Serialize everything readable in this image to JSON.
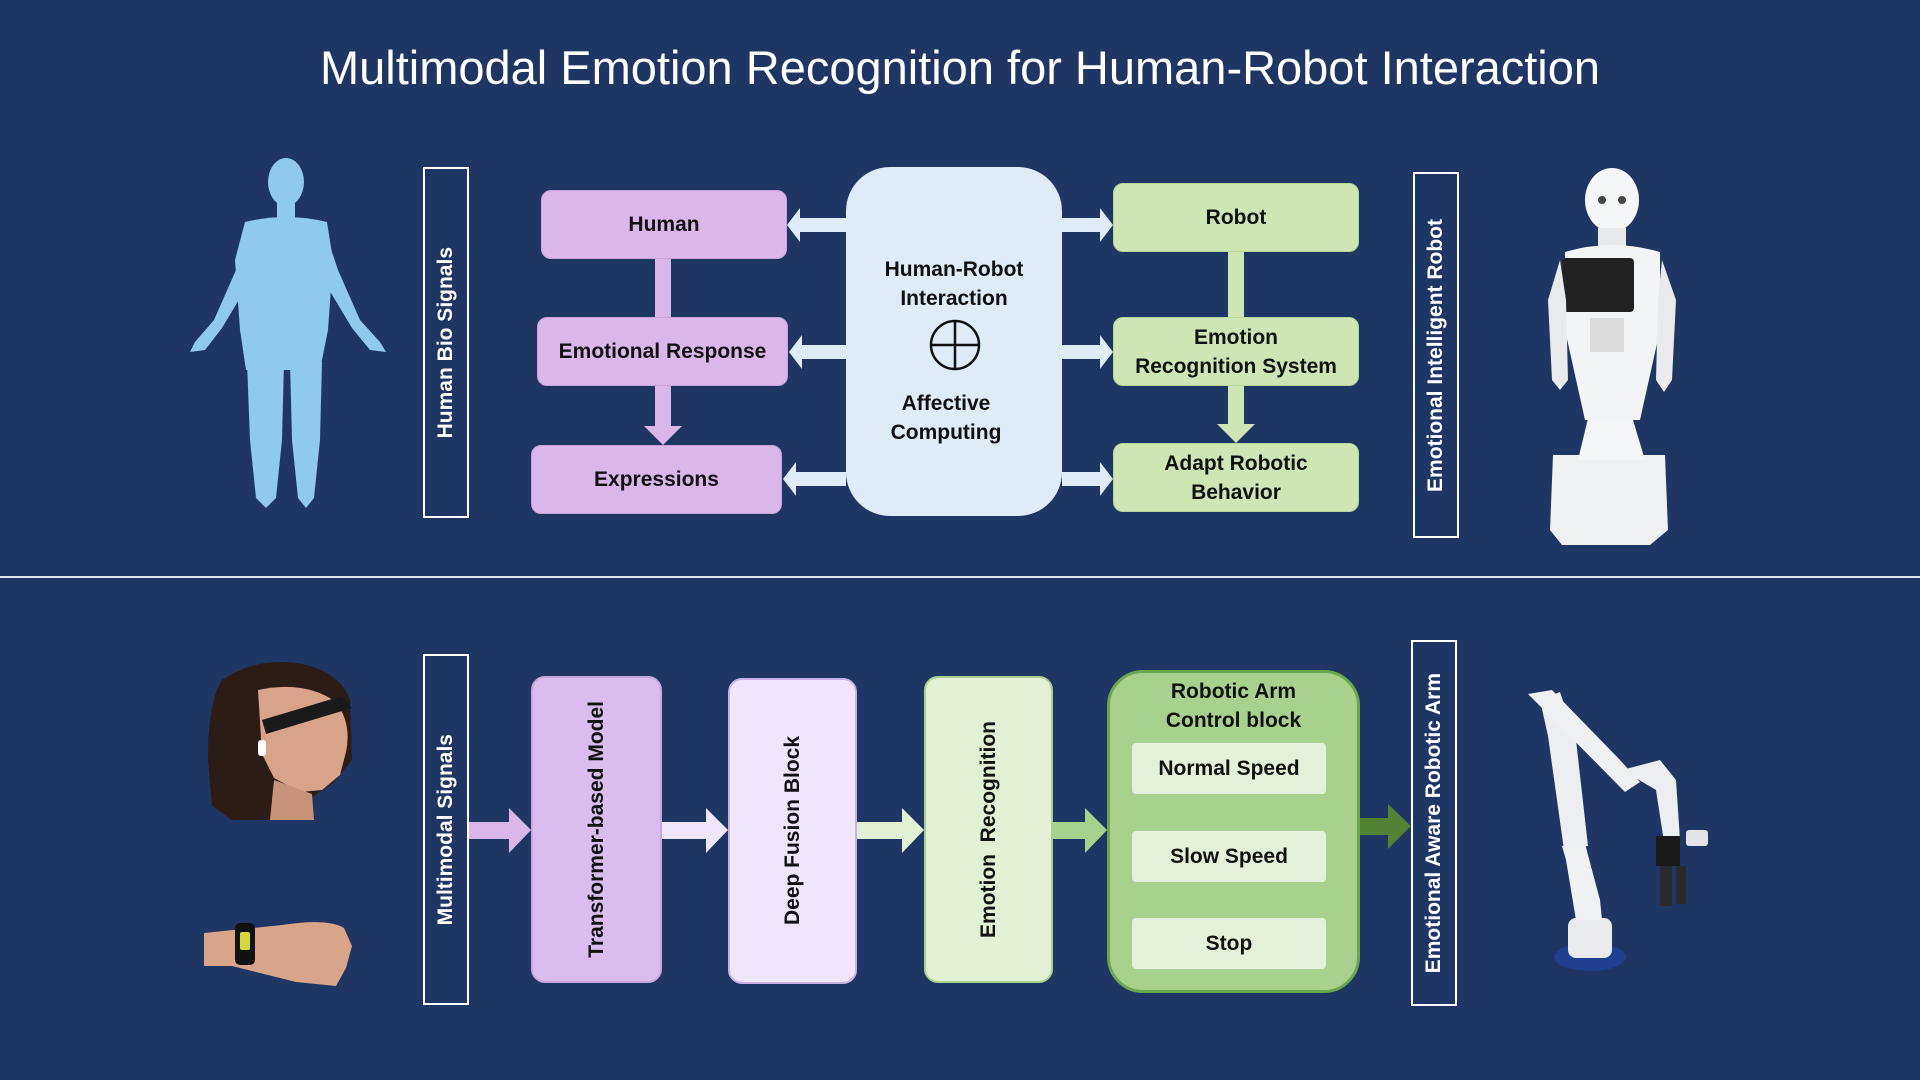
{
  "title": "Multimodal Emotion Recognition for Human-Robot Interaction",
  "top": {
    "left_label": "Human  Bio Signals",
    "right_label": "Emotional Intelligent Robot",
    "human_chain": [
      "Human",
      "Emotional Response",
      "Expressions"
    ],
    "center": {
      "line1": "Human-Robot",
      "line2": "Interaction",
      "line3": "Affective",
      "line4": "Computing"
    },
    "robot_chain": {
      "robot": "Robot",
      "ers_line1": "Emotion",
      "ers_line2": "Recognition System",
      "adapt_line1": "Adapt Robotic",
      "adapt_line2": "Behavior"
    }
  },
  "bottom": {
    "left_label": "Multimodal Signals",
    "right_label": "Emotional Aware Robotic Arm",
    "transformer": "Transformer-based Model",
    "fusion": "Deep Fusion Block",
    "emotion_recognition": "Emotion  Recognition",
    "control": {
      "line1": "Robotic Arm",
      "line2": "Control block",
      "normal": "Normal Speed",
      "slow": "Slow Speed",
      "stop": "Stop"
    }
  },
  "colors": {
    "background": "#1f3564",
    "purple": "#d9b7ea",
    "green": "#cde6b4",
    "center": "#dfebf7",
    "arrow_dark_green": "#548235"
  }
}
